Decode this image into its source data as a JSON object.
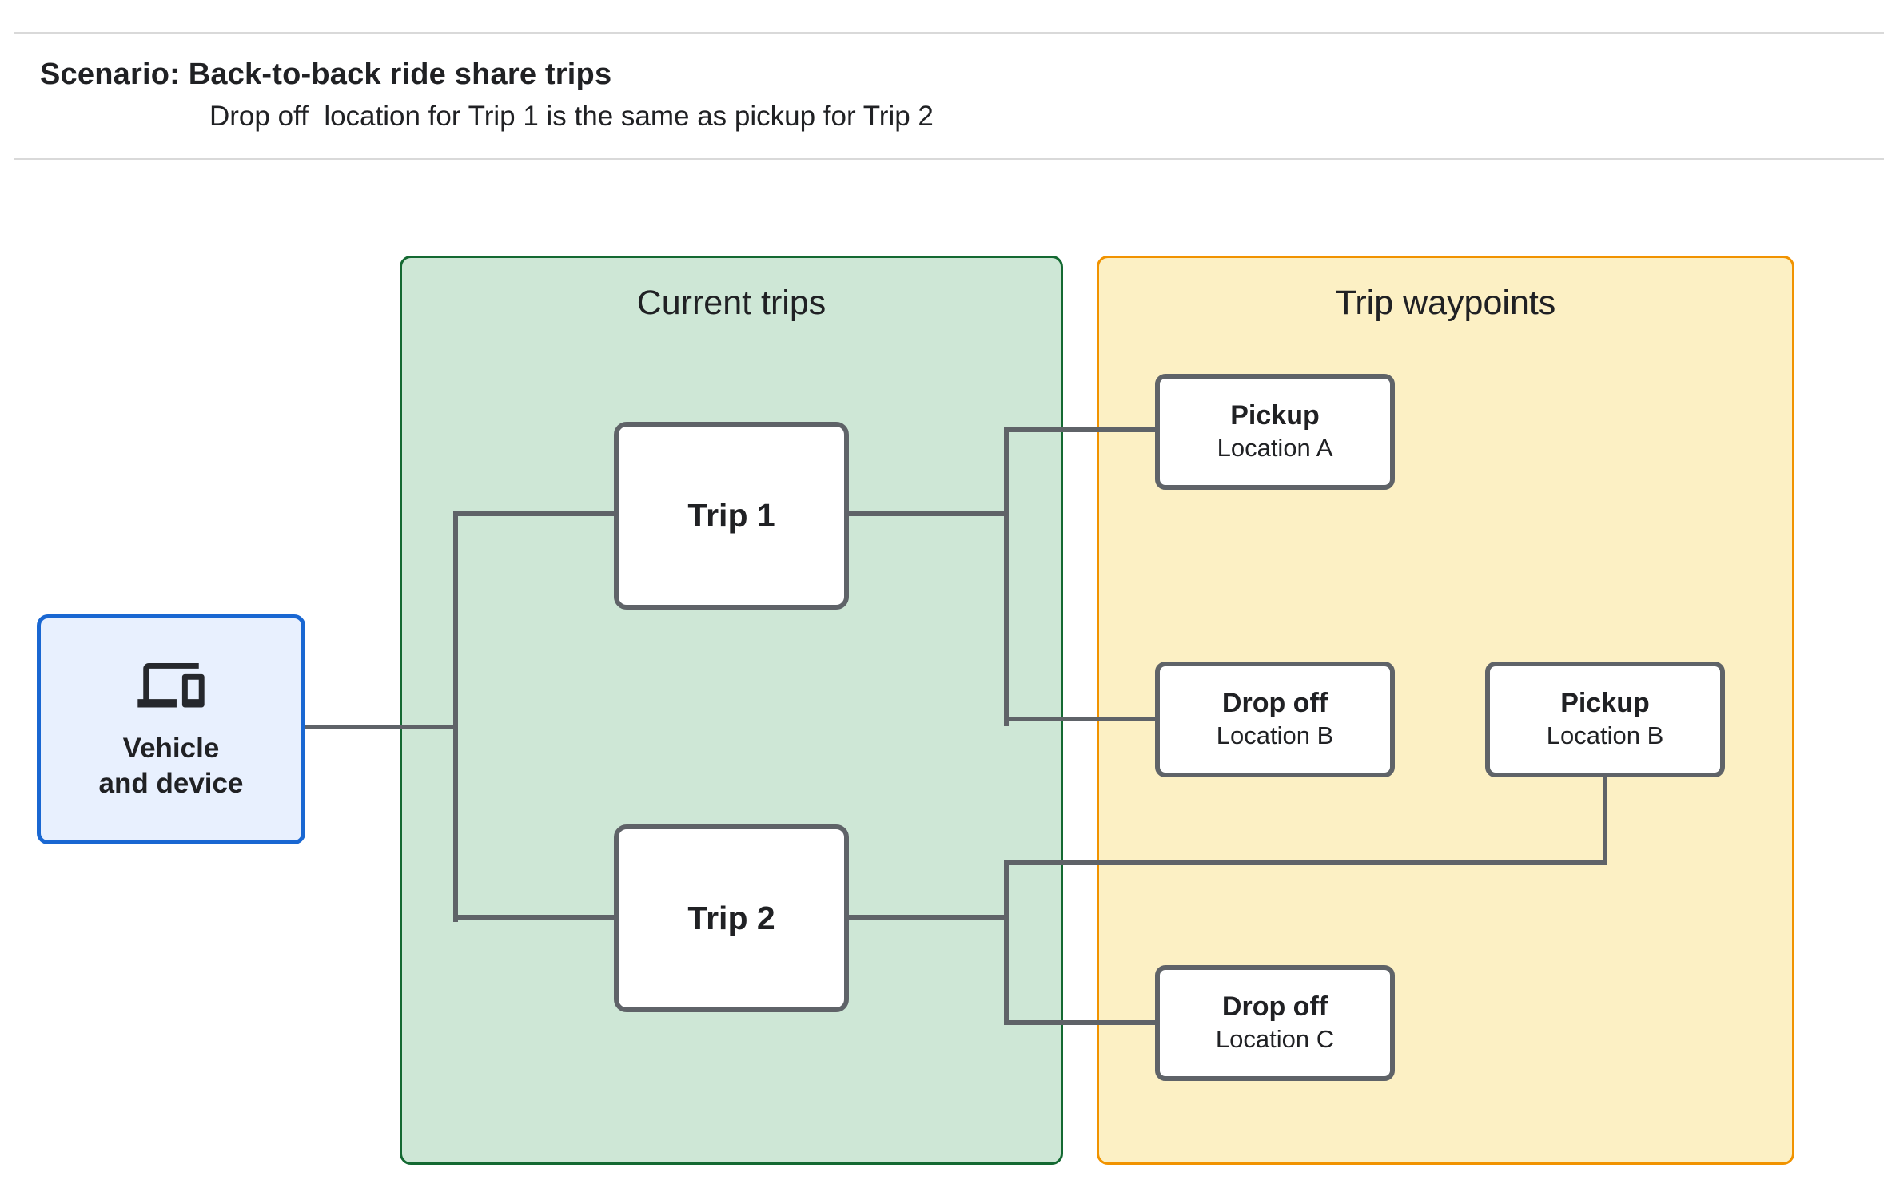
{
  "header": {
    "title": "Scenario: Back-to-back ride share trips",
    "subtitle": "Drop off  location for Trip 1 is the same as pickup for Trip 2"
  },
  "groups": {
    "current_trips": {
      "label": "Current trips"
    },
    "trip_waypoints": {
      "label": "Trip waypoints"
    }
  },
  "nodes": {
    "vehicle": {
      "line1": "Vehicle",
      "line2": "and device",
      "icon": "devices-icon"
    },
    "trip1": {
      "label": "Trip 1"
    },
    "trip2": {
      "label": "Trip 2"
    },
    "waypoints": [
      {
        "title": "Pickup",
        "subtitle": "Location A"
      },
      {
        "title": "Drop off",
        "subtitle": "Location B"
      },
      {
        "title": "Pickup",
        "subtitle": "Location B"
      },
      {
        "title": "Drop off",
        "subtitle": "Location C"
      }
    ]
  },
  "colors": {
    "vehicle_fill": "#E8F0FE",
    "vehicle_border": "#1967D2",
    "current_trips_fill": "#CEE7D6",
    "current_trips_border": "#146932",
    "trip_waypoints_fill": "#FCF0C4",
    "trip_waypoints_border": "#F19300",
    "node_border": "#5F6368",
    "connector": "#5F6368",
    "text": "#202124",
    "divider": "#D9D9D9"
  }
}
